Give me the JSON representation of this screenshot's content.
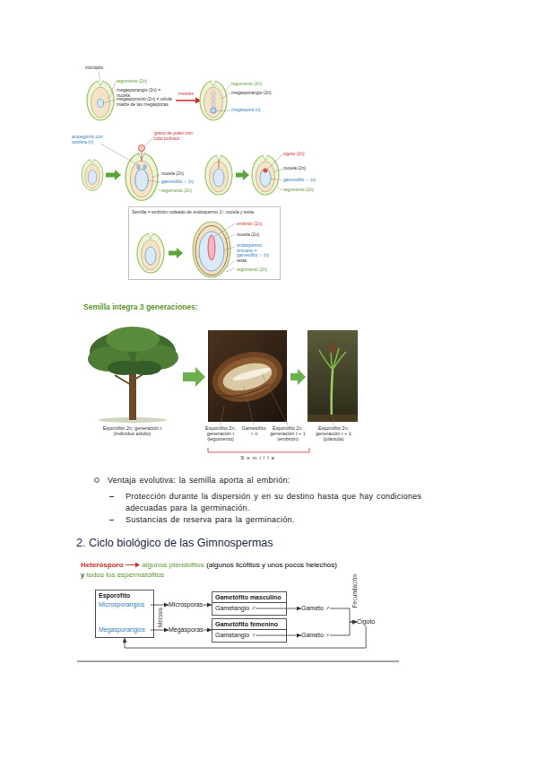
{
  "diagram": {
    "nodes": [
      {
        "text": [
          "Semilla = embrión rodeado de endospermo 1º, nucela y testa.",
          "embrión (2n)",
          "nucela (2n)",
          "endospermo primario = gametófito ♀ (n)",
          "testa",
          "tegumento (2n)"
        ]
      },
      {
        "text": [
          "Esporófito"
        ]
      },
      {
        "text": [
          "Microsporangios"
        ],
        "in": 1
      },
      {
        "text": [
          "Megasporangios"
        ],
        "in": 1
      },
      {
        "text": [
          "Micrósporas"
        ]
      },
      {
        "text": [
          "Megásporas"
        ]
      },
      {
        "text": [
          "Gametófito masculino"
        ]
      },
      {
        "text": [
          "Gametangio ♂"
        ],
        "in": 6
      },
      {
        "text": [
          "Gametófito femenino"
        ]
      },
      {
        "text": [
          "Gametangio ♀"
        ],
        "in": 8
      },
      {
        "text": [
          "Gameto ♂"
        ]
      },
      {
        "text": [
          "Gameto ♀"
        ]
      },
      {
        "text": [
          "Cigoto"
        ]
      }
    ],
    "edges": [
      {
        "from": 2,
        "to": 4,
        "arrow": "to"
      },
      {
        "from": 3,
        "to": 5,
        "arrow": "to"
      },
      {
        "from": 4,
        "to": 6,
        "arrow": "to"
      },
      {
        "from": 5,
        "to": 8,
        "arrow": "to"
      },
      {
        "from": 7,
        "to": 10,
        "arrow": "to"
      },
      {
        "from": 9,
        "to": 11,
        "arrow": "to"
      },
      {
        "from": 10,
        "to": 12,
        "arrow": "to"
      },
      {
        "from": 11,
        "to": 12,
        "arrow": "to"
      },
      {
        "from": 12,
        "to": 1,
        "arrow": "to"
      }
    ],
    "labels": [
      "micrópilo",
      "tegumento (2n)",
      "megasporangio (2n) = nucela",
      "megasporocito (2n) = célula madre de las megásporas",
      "meiosis",
      "tegumento (2n)",
      "megasporangio (2n)",
      "megáspora (n)",
      "arquegonio con oosfera (n)",
      "grano de polen con tubo polínico",
      "nucela (2n)",
      "gametófito ♀ (n)",
      "tegumento (2n)",
      "cigoto (2n)",
      "nucela (2n)",
      "gametófito ♀ (n)",
      "tegumento (2n)",
      "Semilla integra 3 generaciones:",
      "Esporófito 2n, generación t (individuo adulto)",
      "Esporófito 2n, generación t (tegumento)",
      "Gametófito ♀ n",
      "Esporófito 2n, generación t + 1 (embrión)",
      "Esporófito 2n, generación t + 1 (plántula)",
      "Semilla",
      "Ventaja evolutiva: la semilla aporta al embrión:",
      "Protección durante la dispersión y en su destino hasta que hay condiciones adecuadas para la germinación.",
      "Sustancias de reserva para la germinación.",
      "2. Ciclo biológico de las Gimnospermas",
      "Heterósporo",
      "algunos pteridófitos",
      "(algunos licófitos y unos pocos helechos) y",
      "todos los espermatófitos",
      "Meiosis",
      "Fecundación"
    ]
  }
}
